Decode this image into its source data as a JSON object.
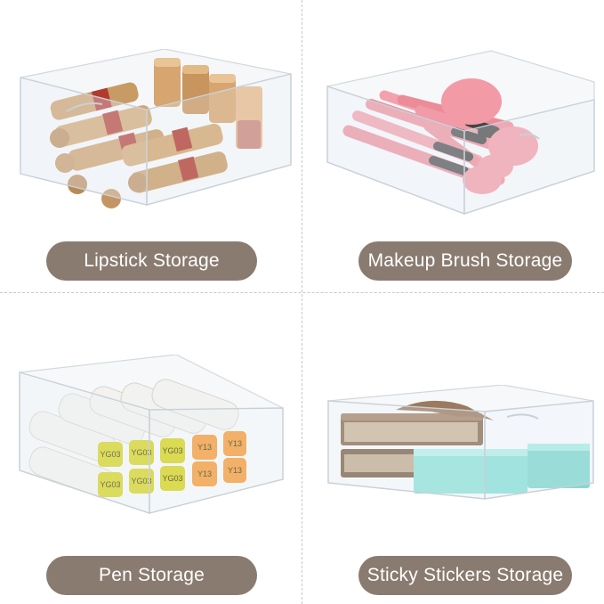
{
  "panels": [
    {
      "label": "Lipstick Storage"
    },
    {
      "label": "Makeup Brush Storage"
    },
    {
      "label": "Pen Storage"
    },
    {
      "label": "Sticky Stickers Storage"
    }
  ],
  "pens": {
    "top_row": [
      "YG03",
      "YG03",
      "YG03",
      "Y13",
      "Y13"
    ],
    "bottom_row": [
      "YG03",
      "YG03",
      "YG03",
      "Y13",
      "Y13"
    ]
  },
  "colors": {
    "pill": "#8a7b70",
    "gold": "#c9a26b",
    "pink": "#ef8f9d",
    "yellow": "#d4d21c",
    "orange": "#f59a3a",
    "mint": "#8fe0d8",
    "leather": "#8a6d55"
  }
}
